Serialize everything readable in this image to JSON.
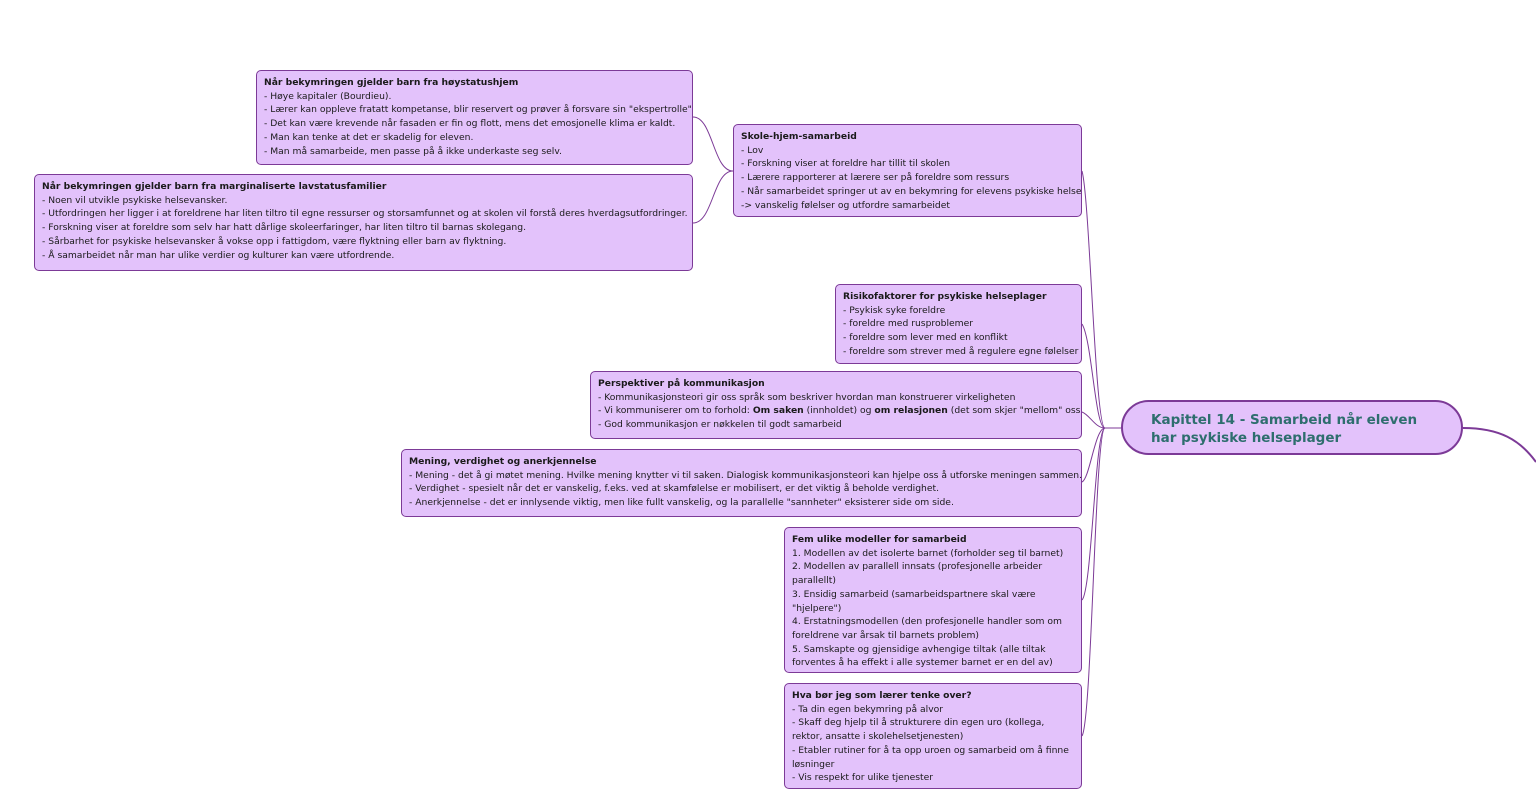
{
  "colors": {
    "node_fill": "#e3c2fb",
    "node_border": "#7c3a97",
    "connector": "#7c3a97",
    "root_text": "#2e6e6e"
  },
  "root": {
    "title": "Kapittel 14 - Samarbeid når eleven har psykiske helseplager"
  },
  "nodes": {
    "hoystatus": {
      "title": "Når bekymringen gjelder barn fra høystatushjem",
      "lines": [
        "- Høye kapitaler (Bourdieu).",
        "- Lærer kan oppleve fratatt kompetanse, blir reservert og prøver å forsvare sin \"ekspertrolle\".",
        "- Det kan være krevende når fasaden er fin og flott, mens det emosjonelle klima er kaldt.",
        "- Man kan tenke at det er skadelig for eleven.",
        "- Man må samarbeide, men passe på å ikke underkaste seg selv."
      ]
    },
    "lavstatus": {
      "title": "Når bekymringen gjelder barn fra marginaliserte lavstatusfamilier",
      "lines": [
        "- Noen vil utvikle psykiske helsevansker.",
        "- Utfordringen her ligger i at foreldrene har liten tiltro til egne ressurser og storsamfunnet og at skolen vil forstå deres hverdagsutfordringer.",
        "- Forskning viser at foreldre som selv har hatt dårlige skoleerfaringer, har liten tiltro til barnas skolegang.",
        "- Sårbarhet for psykiske helsevansker å vokse opp i fattigdom, være flyktning eller barn av flyktning.",
        "- Å samarbeidet når man har ulike verdier og kulturer kan være utfordrende."
      ]
    },
    "skolehjem": {
      "title": "Skole-hjem-samarbeid",
      "lines": [
        "- Lov",
        "- Forskning viser at foreldre har tillit til skolen",
        "- Lærere rapporterer at lærere ser på foreldre som ressurs",
        "- Når samarbeidet springer ut av en bekymring for elevens psykiske helse",
        "-> vanskelig følelser og utfordre samarbeidet"
      ]
    },
    "risiko": {
      "title": "Risikofaktorer for psykiske helseplager",
      "lines": [
        "- Psykisk syke foreldre",
        "- foreldre med rusproblemer",
        "- foreldre som lever med en konflikt",
        "- foreldre som strever med å regulere egne følelser"
      ]
    },
    "kommunikasjon": {
      "title": "Perspektiver på kommunikasjon",
      "line1": "- Kommunikasjonsteori gir oss språk som beskriver hvordan man konstruerer virkeligheten",
      "line2": {
        "pre": "- Vi kommuniserer om to forhold: ",
        "b1": "Om saken",
        "mid": " (innholdet) og ",
        "b2": "om relasjonen",
        "post": " (det som skjer \"mellom\" oss)"
      },
      "line3": "- God kommunikasjon er nøkkelen til godt samarbeid"
    },
    "mening": {
      "title": "Mening, verdighet og anerkjennelse",
      "lines": [
        "- Mening - det å gi møtet mening. Hvilke mening knytter vi til saken. Dialogisk kommunikasjonsteori kan hjelpe oss å utforske meningen sammen.",
        "- Verdighet - spesielt når det er vanskelig, f.eks. ved at skamfølelse er mobilisert, er det viktig å beholde verdighet.",
        "- Anerkjennelse - det er innlysende viktig, men like fullt vanskelig, og la parallelle \"sannheter\" eksisterer side om side."
      ]
    },
    "modeller": {
      "title": "Fem ulike modeller for samarbeid",
      "lines": [
        "1. Modellen av det isolerte barnet (forholder seg til barnet)",
        "2. Modellen av parallell innsats (profesjonelle arbeider parallellt)",
        "3. Ensidig samarbeid (samarbeidspartnere skal være \"hjelpere\")",
        "4. Erstatningsmodellen (den profesjonelle handler som om foreldrene var årsak til barnets problem)",
        "5. Samskapte og gjensidige avhengige tiltak (alle tiltak forventes å ha effekt i alle systemer barnet er en del av)"
      ]
    },
    "laerer": {
      "title": "Hva bør jeg som lærer tenke over?",
      "lines": [
        "- Ta din egen bekymring på alvor",
        "- Skaff deg hjelp til å strukturere din egen uro (kollega, rektor, ansatte i skolehelsetjenesten)",
        "- Etabler rutiner for å ta opp uroen og samarbeid om å finne løsninger",
        "- Vis respekt for ulike tjenester"
      ]
    }
  }
}
